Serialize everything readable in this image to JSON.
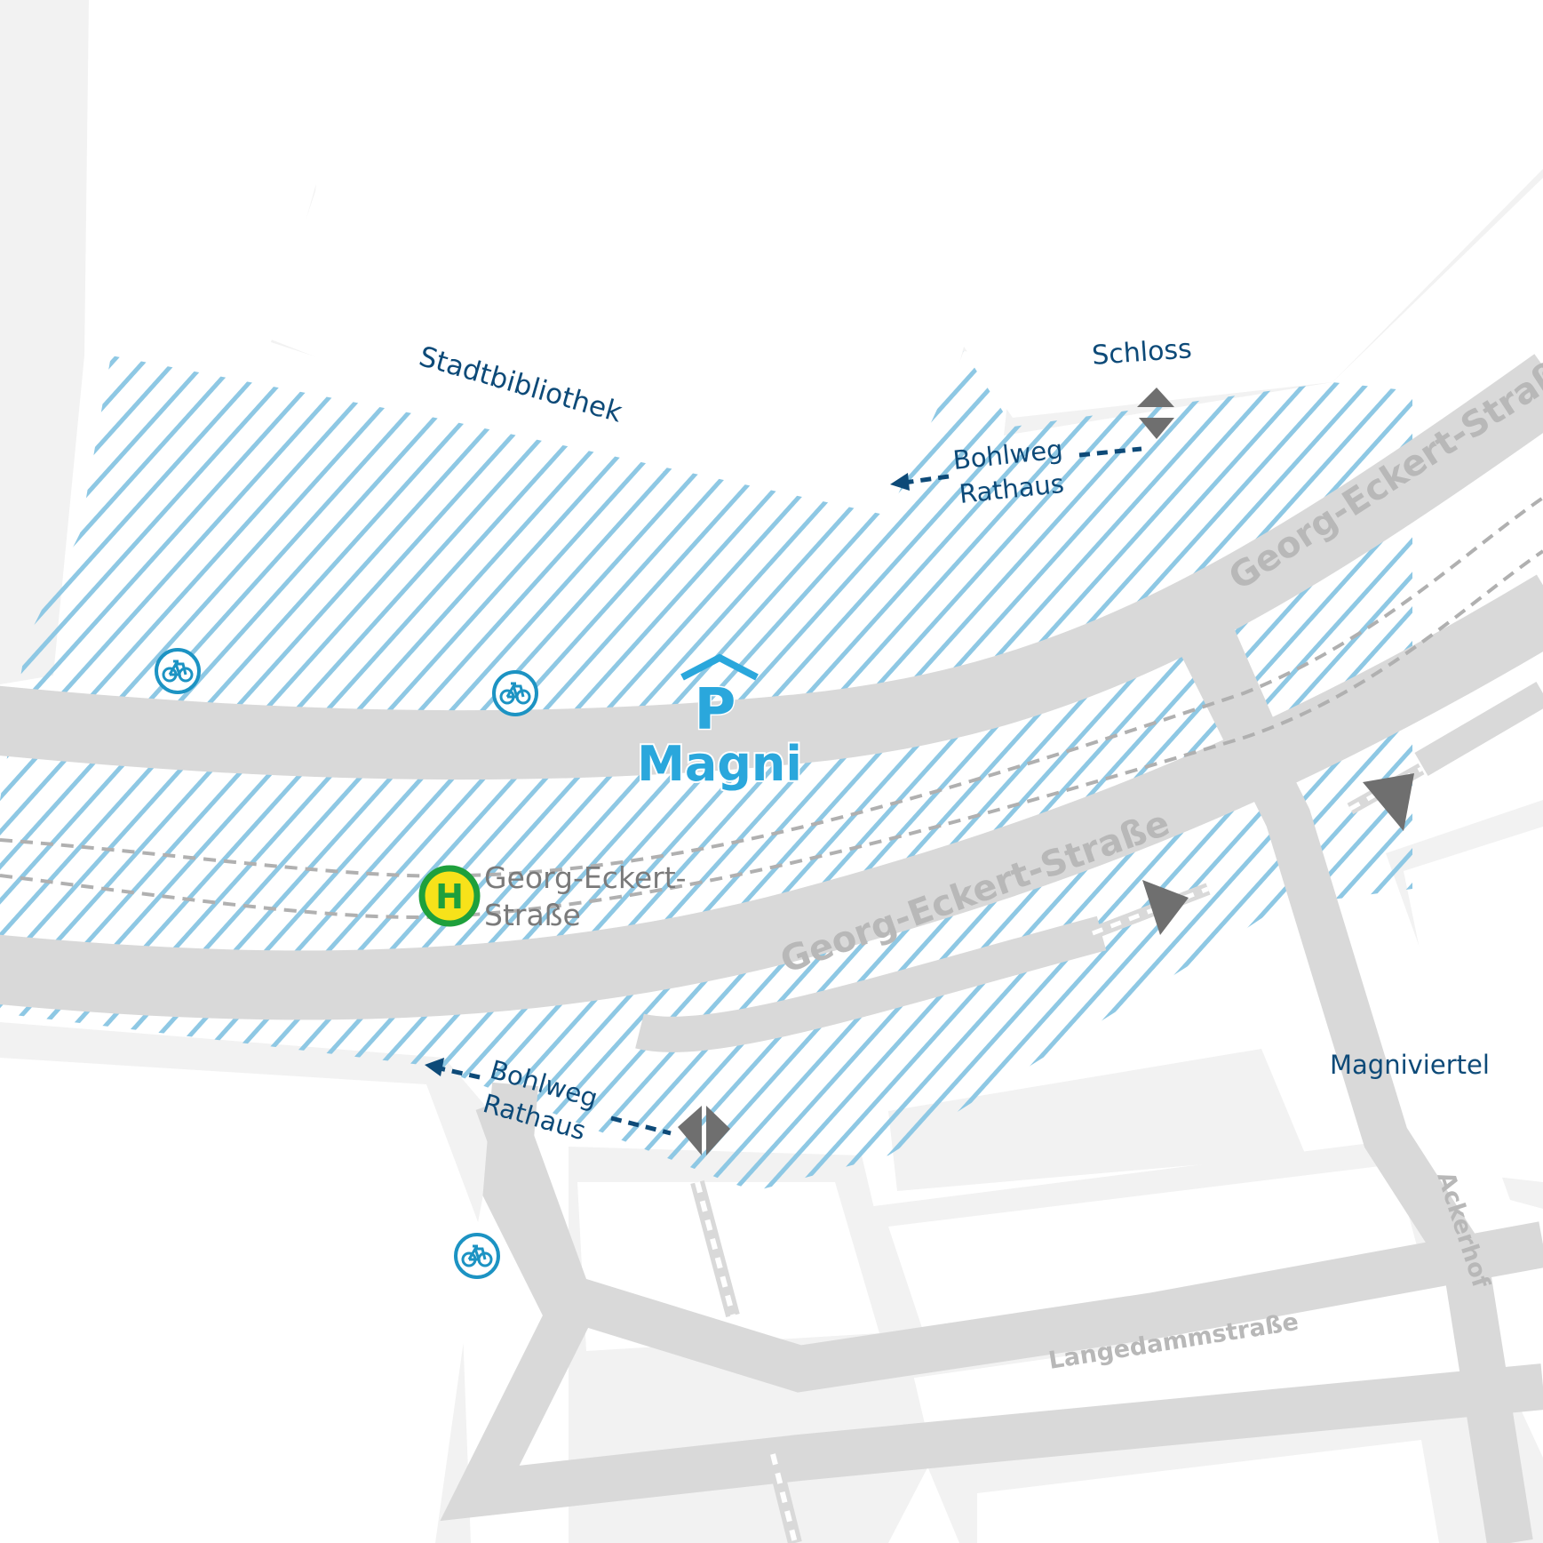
{
  "parking": {
    "name": "Magni",
    "symbol": "P"
  },
  "bus_stop": {
    "symbol": "H",
    "name_line1": "Georg-Eckert-",
    "name_line2": "Straße"
  },
  "places": {
    "stadtbibliothek": "Stadtbibliothek",
    "schloss": "Schloss",
    "magniviertel": "Magniviertel"
  },
  "directions": {
    "north": {
      "line1": "Bohlweg",
      "line2": "Rathaus"
    },
    "south": {
      "line1": "Bohlweg",
      "line2": "Rathaus"
    }
  },
  "streets": {
    "georg_eckert_north": "Georg-Eckert-Straße",
    "georg_eckert_south": "Georg-Eckert-Straße",
    "ackerhof": "Ackerhof",
    "langedammstrasse": "Langedammstraße"
  },
  "icons": {
    "bicycle_parking": "bicycle-parking-icon",
    "parking_garage": "parking-garage-icon",
    "bus_stop": "bus-stop-icon",
    "entrance_arrow": "entrance-arrow-icon"
  },
  "colors": {
    "background": "#ffffff",
    "block": "#f2f2f2",
    "road": "#d9d9d9",
    "hatch": "#8ec8e4",
    "label_blue": "#0d4a78",
    "parking_blue": "#2aa7dc",
    "bus_stop_green": "#1ea03c",
    "bus_stop_yellow": "#f7e21a",
    "arrow_gray": "#6f6f6f",
    "street_label": "#b8b8b8"
  }
}
